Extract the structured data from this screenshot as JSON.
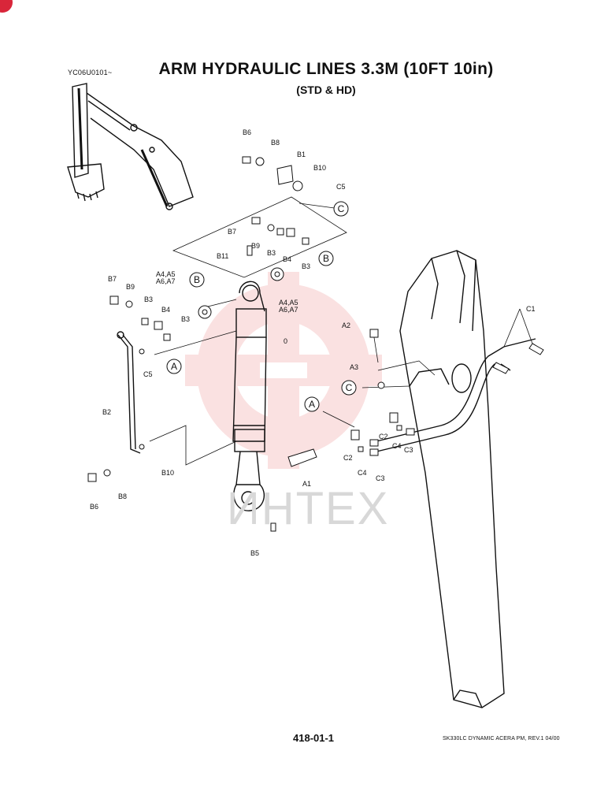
{
  "header": {
    "doc_code": "YC06U0101~",
    "title": "ARM HYDRAULIC LINES 3.3M (10FT 10in)",
    "subtitle": "(STD & HD)"
  },
  "footer": {
    "page_number": "418-01-1",
    "doc_ref": "SK330LC DYNAMIC ACERA PM, REV.1 04/00"
  },
  "watermark": {
    "text": "ИНТЕХ",
    "color": "#f4c4c4"
  },
  "labels": {
    "b6_top": "B6",
    "b8_top": "B8",
    "b1": "B1",
    "b10_top": "B10",
    "c5_top": "C5",
    "b7_mid": "B7",
    "b9_mid": "B9",
    "b11": "B11",
    "b3_mid": "B3",
    "b4_mid": "B4",
    "b3_mid2": "B3",
    "a4_left_1": "A4,A5",
    "a4_left_2": "A6,A7",
    "a4_right_1": "A4,A5",
    "a4_right_2": "A6,A7",
    "b7_left": "B7",
    "b9_left": "B9",
    "b3_left": "B3",
    "b4_left": "B4",
    "b3_left2": "B3",
    "c5_left": "C5",
    "b2": "B2",
    "b10_bottom": "B10",
    "b6_bottom": "B6",
    "b8_bottom": "B8",
    "b5": "B5",
    "a2": "A2",
    "a3": "A3",
    "a1": "A1",
    "c2_a": "C2",
    "c4_a": "C4",
    "c3_a": "C3",
    "c2_b": "C2",
    "c4_b": "C4",
    "c3_b": "C3",
    "c1": "C1",
    "zero": "0"
  },
  "callouts": {
    "c_top": "C",
    "b_mid": "B",
    "b_left": "B",
    "a_left": "A",
    "c_right": "C",
    "a_right": "A"
  }
}
